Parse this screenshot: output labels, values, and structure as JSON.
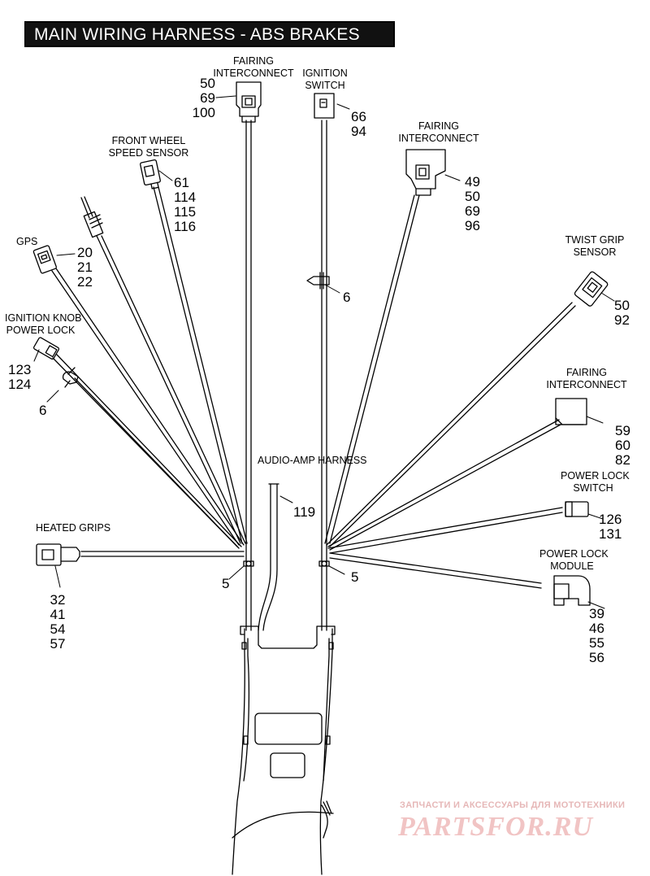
{
  "title": "MAIN WIRING HARNESS - ABS BRAKES",
  "components": {
    "fairing_interconnect_top": {
      "label": [
        "FAIRING",
        "INTERCONNECT"
      ],
      "refs": [
        "50",
        "69",
        "100"
      ]
    },
    "ignition_switch": {
      "label": [
        "IGNITION",
        "SWITCH"
      ],
      "refs": [
        "66",
        "94"
      ]
    },
    "fairing_interconnect_right": {
      "label": [
        "FAIRING",
        "INTERCONNECT"
      ],
      "refs": [
        "49",
        "50",
        "69",
        "96"
      ]
    },
    "front_wheel_speed_sensor": {
      "label": [
        "FRONT WHEEL",
        "SPEED SENSOR"
      ],
      "refs": [
        "61",
        "114",
        "115",
        "116"
      ]
    },
    "gps": {
      "label": [
        "GPS"
      ],
      "refs": [
        "20",
        "21",
        "22"
      ]
    },
    "twist_grip_sensor": {
      "label": [
        "TWIST GRIP",
        "SENSOR"
      ],
      "refs": [
        "50",
        "92"
      ]
    },
    "ignition_knob_power_lock": {
      "label": [
        "IGNITION KNOB",
        "POWER LOCK"
      ],
      "refs": [
        "123",
        "124"
      ]
    },
    "clip_left": {
      "refs": [
        "6"
      ]
    },
    "clip_center": {
      "refs": [
        "6"
      ]
    },
    "fairing_interconnect_lower": {
      "label": [
        "FAIRING",
        "INTERCONNECT"
      ],
      "refs": [
        "59",
        "60",
        "82"
      ]
    },
    "audio_amp_harness": {
      "label": [
        "AUDIO-AMP HARNESS"
      ],
      "refs": [
        "119"
      ]
    },
    "power_lock_switch": {
      "label": [
        "POWER LOCK",
        "SWITCH"
      ],
      "refs": [
        "126",
        "131"
      ]
    },
    "heated_grips": {
      "label": [
        "HEATED GRIPS"
      ],
      "refs": [
        "32",
        "41",
        "54",
        "57"
      ]
    },
    "power_lock_module": {
      "label": [
        "POWER LOCK",
        "MODULE"
      ],
      "refs": [
        "39",
        "46",
        "55",
        "56"
      ]
    },
    "tie_left": {
      "refs": [
        "5"
      ]
    },
    "tie_right": {
      "refs": [
        "5"
      ]
    }
  },
  "watermark": {
    "small": "ЗАПЧАСТИ И АКСЕССУАРЫ ДЛЯ МОТОТЕХНИКИ",
    "big": "PARTSFOR.RU"
  }
}
